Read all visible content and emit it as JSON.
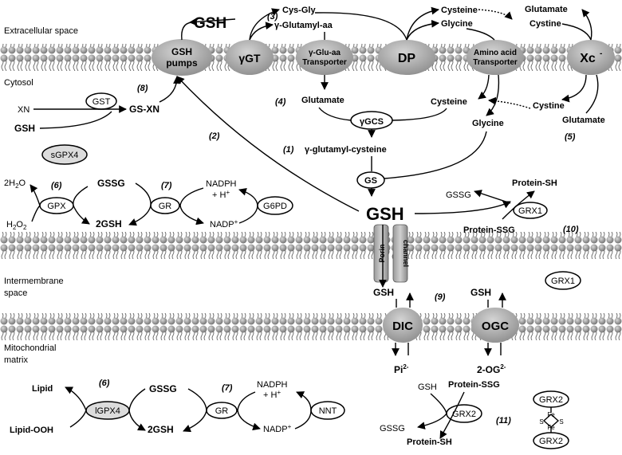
{
  "regions": {
    "extracellular": "Extracellular space",
    "cytosol": "Cytosol",
    "intermembrane_1": "Intermembrane",
    "intermembrane_2": "space",
    "matrix_1": "Mitochondrial",
    "matrix_2": "matrix"
  },
  "transporters": {
    "gsh_pumps_1": "GSH",
    "gsh_pumps_2": "pumps",
    "ggt": "γGT",
    "gglu_1": "γ-Glu-aa",
    "gglu_2": "Transporter",
    "dp": "DP",
    "aa_1": "Amino acid",
    "aa_2": "Transporter",
    "xc": "Xc",
    "xc_sup": "-",
    "porin": "Porin",
    "channel": "channel",
    "dic": "DIC",
    "ogc": "OGC"
  },
  "extracellular": {
    "gsh": "GSH",
    "cysgly": "Cys-Gly",
    "gglu_aa": "γ-Glutamyl-aa",
    "cysteine": "Cysteine",
    "glycine": "Glycine",
    "glutamate": "Glutamate",
    "cystine": "Cystine"
  },
  "cytosol": {
    "xn": "XN",
    "gst": "GST",
    "gsh_left": "GSH",
    "gsxn": "GS-XN",
    "sgpx4": "sGPX4",
    "h2o_pre": "2H",
    "h2o_sub": "2",
    "h2o_post": "O",
    "h2o2_pre": "H",
    "h2o2_sub1": "2",
    "h2o2_mid": "O",
    "h2o2_sub2": "2",
    "gpx": "GPX",
    "gssg": "GSSG",
    "two_gsh": "2GSH",
    "gr": "GR",
    "nadph": "NADPH",
    "h_plus": "+ H",
    "h_sup": "+",
    "nadp": "NADP",
    "nadp_sup": "+",
    "g6pd": "G6PD",
    "glutamate": "Glutamate",
    "ggcs": "γGCS",
    "cysteine": "Cysteine",
    "glycine": "Glycine",
    "cystine": "Cystine",
    "glutamate_right": "Glutamate",
    "ggc": "γ-glutamyl-cysteine",
    "gs": "GS",
    "gsh_big": "GSH",
    "gssg_r": "GSSG",
    "protein_sh": "Protein-SH",
    "grx1": "GRX1",
    "protein_ssg": "Protein-SSG"
  },
  "intermembrane": {
    "grx1": "GRX1",
    "gsh_dic": "GSH",
    "gsh_ogc": "GSH"
  },
  "matrix": {
    "pi": "Pi",
    "pi_sup": "2-",
    "og": "2-OG",
    "og_sup": "2-",
    "lipid": "Lipid",
    "lipid_ooh": "Lipid-OOH",
    "lgpx4": "lGPX4",
    "gssg": "GSSG",
    "two_gsh": "2GSH",
    "gr": "GR",
    "nadph": "NADPH",
    "h_plus": "+ H",
    "h_sup": "+",
    "nadp": "NADP",
    "nadp_sup": "+",
    "nnt": "NNT",
    "gsh": "GSH",
    "protein_ssg": "Protein-SSG",
    "grx2": "GRX2",
    "gssg_l": "GSSG",
    "protein_sh": "Protein-SH",
    "grx2_top": "GRX2",
    "grx2_bottom": "GRX2",
    "fe": "Fe",
    "s": "S"
  },
  "step_numbers": [
    "(1)",
    "(2)",
    "(3)",
    "(4)",
    "(5)",
    "(6)",
    "(7)",
    "(8)",
    "(9)",
    "(10)",
    "(11)",
    "(6)",
    "(7)"
  ]
}
